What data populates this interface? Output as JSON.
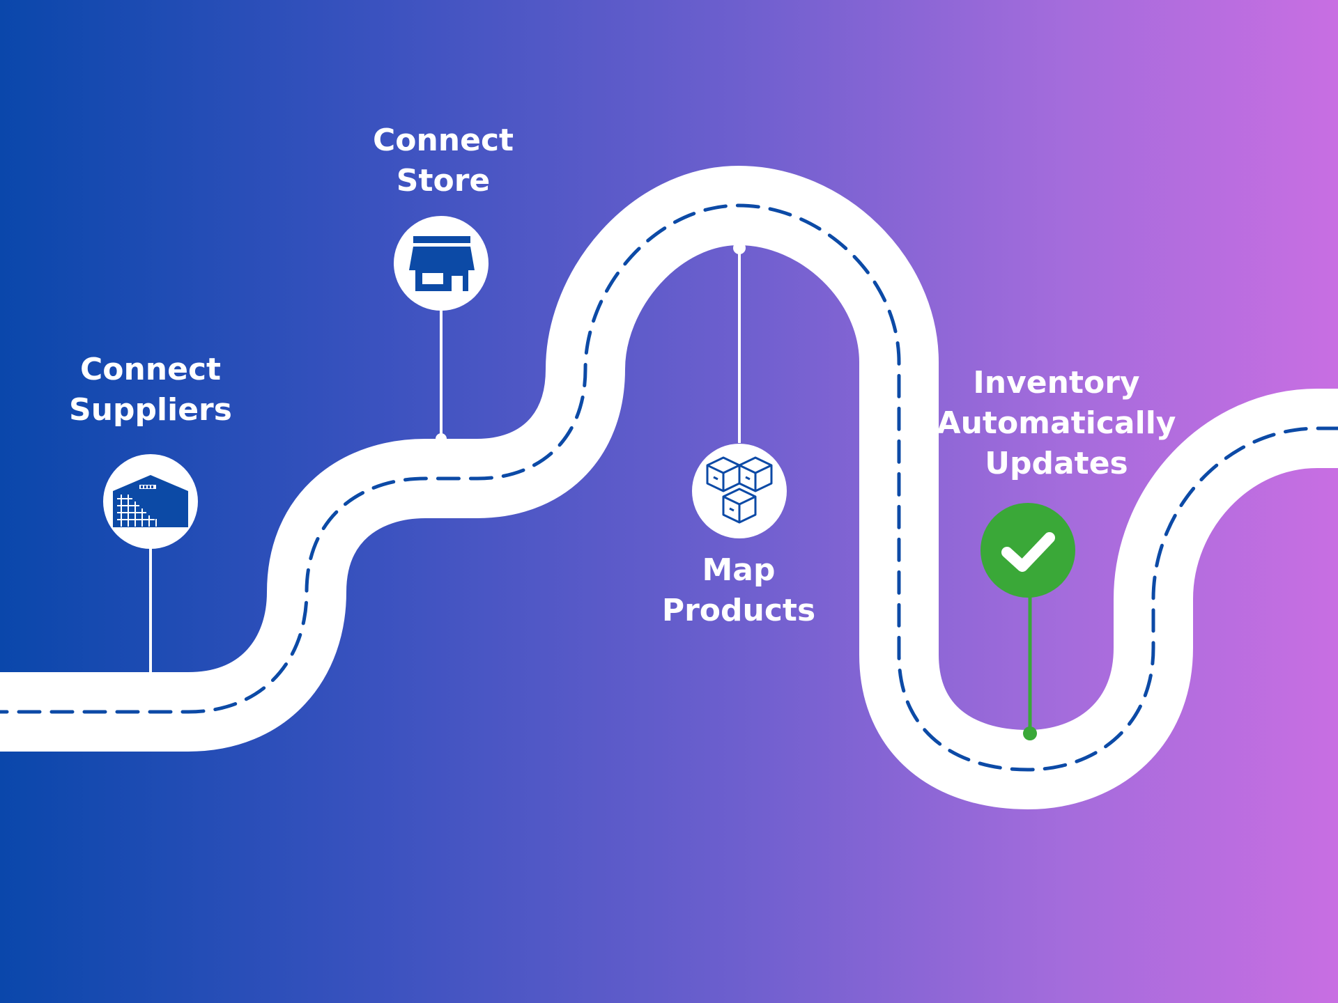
{
  "colors": {
    "gradient_start": "#0a47ab",
    "gradient_end": "#c86ee2",
    "road": "#ffffff",
    "lane_dash": "#0c4aa6",
    "icon": "#0c4aa6",
    "pin_line": "#ffffff",
    "complete": "#3aa838"
  },
  "steps": [
    {
      "lines": [
        "Connect",
        "Suppliers"
      ],
      "icon": "warehouse-icon",
      "status": "step"
    },
    {
      "lines": [
        "Connect",
        "Store"
      ],
      "icon": "storefront-icon",
      "status": "step"
    },
    {
      "lines": [
        "Map",
        "Products"
      ],
      "icon": "boxes-icon",
      "status": "step"
    },
    {
      "lines": [
        "Inventory",
        "Automatically",
        "Updates"
      ],
      "icon": "checkmark-icon",
      "status": "complete"
    }
  ]
}
